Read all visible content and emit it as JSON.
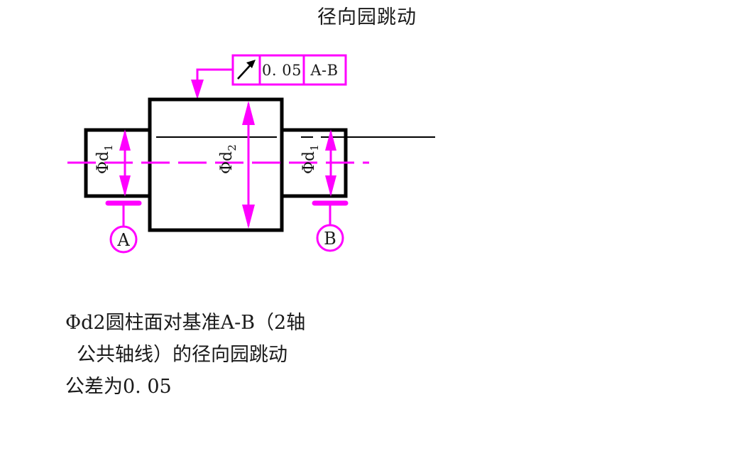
{
  "title": "径向园跳动",
  "feature_control_frame": {
    "symbol_name": "circular-runout-arrow",
    "tolerance_value": "0. 05",
    "datum_reference": "A-B",
    "border_color": "#ff00ff"
  },
  "drawing": {
    "dimension_labels": {
      "left_diameter_prefix": "Φd",
      "left_diameter_sub": "1",
      "center_diameter_prefix": "Φd",
      "center_diameter_sub": "2",
      "right_diameter_prefix": "Φd",
      "right_diameter_sub": "1"
    },
    "datums": [
      {
        "letter": "A",
        "name": "datum-a"
      },
      {
        "letter": "B",
        "name": "datum-b"
      }
    ],
    "colors": {
      "outline": "#000000",
      "annotation": "#ff00ff",
      "centerline": "#ff00ff",
      "thin_line": "#000000"
    }
  },
  "caption": {
    "line1": "Φd2圆柱面对基准A-B（2轴",
    "line2": "公共轴线）的径向园跳动",
    "line3": "公差为0. 05"
  }
}
